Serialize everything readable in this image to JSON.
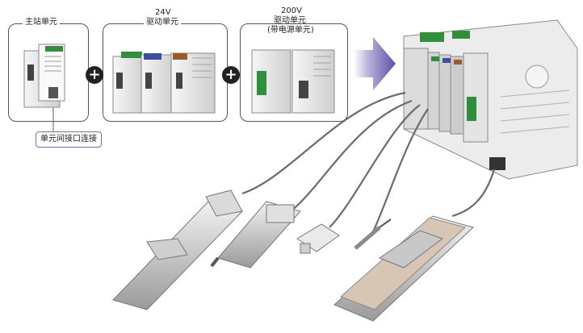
{
  "groups": {
    "master": {
      "label": "主站单元"
    },
    "drive24": {
      "label_line1": "24V",
      "label_line2": "驱动单元"
    },
    "drive200": {
      "label_line1": "200V",
      "label_line2": "驱动单元",
      "label_line3": "(带电源单元)"
    }
  },
  "callout": {
    "text": "单元间接口连接"
  },
  "symbols": {
    "plus": "+"
  },
  "icons": [
    "plus-icon",
    "arrow-right-icon"
  ],
  "colors": {
    "arrow": "#6a5fb0",
    "module_body": "#e9e9e9",
    "actuator": "#cfcfcf",
    "cable": "#6b6b6b"
  }
}
